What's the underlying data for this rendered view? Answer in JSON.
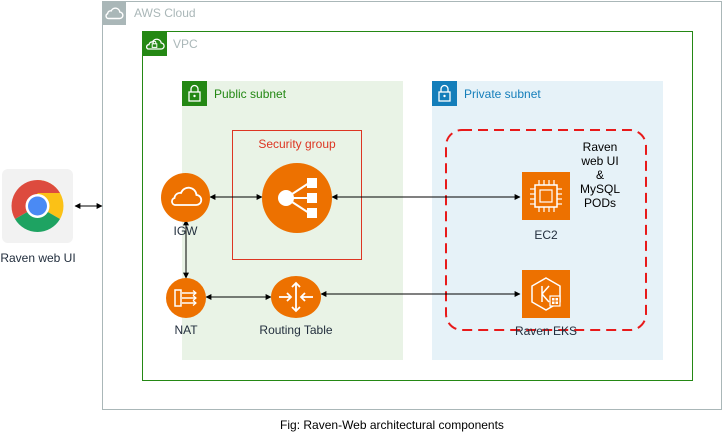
{
  "aws_cloud": {
    "label": "AWS Cloud"
  },
  "vpc": {
    "label": "VPC"
  },
  "public_subnet": {
    "label": "Public subnet"
  },
  "private_subnet": {
    "label": "Private subnet"
  },
  "security_group": {
    "label": "Security group"
  },
  "nodes": {
    "browser": "Raven web UI",
    "igw": "IGW",
    "nat": "NAT",
    "routing_table": "Routing Table",
    "ec2": "EC2",
    "eks": "Raven EKS"
  },
  "pods_note": [
    "Raven",
    "web UI",
    "&",
    "MySQL",
    "PODs"
  ],
  "caption": "Fig: Raven-Web architectural components",
  "colors": {
    "aws_border": "#aab7b8",
    "vpc_green": "#248814",
    "public_fill": "#e9f3e6",
    "private_fill": "#e6f2f8",
    "private_blue": "#147eba",
    "security_red": "#dd3522",
    "orange": "#ed7100",
    "dashed_red": "#e81a1a"
  },
  "icons": {
    "aws": "cloud-icon",
    "vpc": "lock-cloud-icon",
    "subnet": "padlock-icon",
    "igw": "cloud-icon",
    "elb": "load-balancer-icon",
    "nat": "nat-gateway-icon",
    "router": "router-icon",
    "ec2": "chip-icon",
    "eks": "eks-icon",
    "browser": "chrome-icon"
  }
}
